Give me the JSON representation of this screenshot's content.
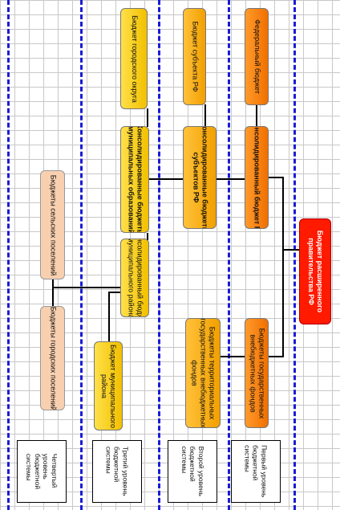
{
  "nodes": {
    "budget_extended_government": "Бюджет расширенного\nправительства РФ",
    "federal_budget": "Федеральный бюджет",
    "consolidated_budget_rf": "Консолидированный бюджет РФ",
    "budgets_state_extrabudgetary_funds": "Бюджеты государственных\nвнебюджетных фондов",
    "budget_subject_rf": "Бюджет субъекта РФ",
    "consolidated_budgets_subjects_rf": "Консолидированные бюджеты\nсубъектов РФ",
    "budgets_territorial_funds": "Бюджеты территориальных\nгосударственных внебюджетных\nфондов",
    "budget_city_district": "Бюджет городского округа",
    "consolidated_budgets_municipal_formations": "Консолидированные бюджеты\nмуниципальных образований",
    "consolidated_budget_municipal_district": "Консолидированный бюджет\nмуниципального района",
    "budget_municipal_district": "Бюджет муниципального\nрайона",
    "budgets_rural_settlements": "Бюджеты сельских поселений",
    "budgets_urban_settlements": "Бюджеты городских поселений"
  },
  "levels": {
    "first": "Первый уровень\nбюджетной\nсистемы",
    "second": "Второй уровень\nбюджетной\nсистемы",
    "third": "Третий уровень\nбюджетной\nсистемы",
    "fourth": "Четвертый\nуровень\nбюджетной\nсистемы"
  },
  "colors": {
    "yellow": "#f2c000",
    "gold": "#f2a000",
    "orange": "#f07000",
    "peach": "#f8d0b0",
    "red": "#ff1a00",
    "divider": "#1b1bd6"
  }
}
